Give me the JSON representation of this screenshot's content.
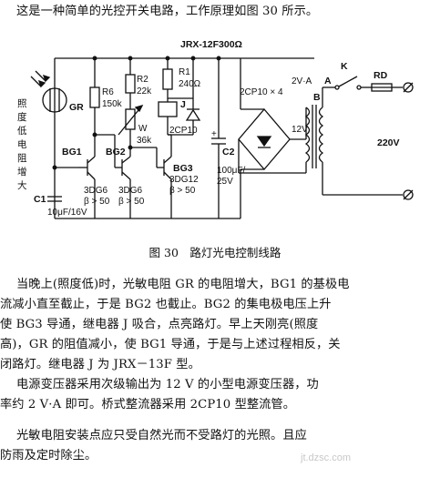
{
  "intro": "这是一种简单的光控开关电路，工作原理如图 30 所示。",
  "figure": {
    "caption": "图 30　路灯光电控制线路",
    "components": {
      "gr": "GR",
      "gr_note_chars": [
        "照",
        "度",
        "低",
        "电",
        "阻",
        "增",
        "大"
      ],
      "r6_name": "R6",
      "r6_value": "150k",
      "r2_name": "R2",
      "r2_value": "22k",
      "w_name": "W",
      "w_value": "36k",
      "r1_name": "R1",
      "r1_value": "240Ω",
      "relay_model": "JRX-12F300Ω",
      "j_label": "J",
      "diode_d": "2CP10",
      "bridge": "2CP10 × 4",
      "transformer_power": "2V·A",
      "a_label": "A",
      "b_label": "B",
      "k_label": "K",
      "rd_label": "RD",
      "voltage_12": "12V",
      "voltage_220": "220V",
      "bg1_name": "BG1",
      "bg1_type": "3DG6",
      "bg1_beta": "β > 50",
      "bg2_name": "BG2",
      "bg2_type": "3DG6",
      "bg2_beta": "β > 50",
      "bg3_name": "BG3",
      "bg3_type": "3DG12",
      "bg3_beta": "β > 50",
      "c1_name": "C1",
      "c1_value": "10μF/16V",
      "c2_name": "C2",
      "c2_value": "100μF/",
      "c2_voltage": "25V"
    }
  },
  "paragraphs": [
    "当晚上(照度低)时，光敏电阻 GR 的电阻增大，BG1 的基极电",
    "流减小直至截止，于是 BG2 也截止。BG2 的集电极电压上升",
    "使 BG3 导通，继电器 J 吸合，点亮路灯。早上天刚亮(照度",
    "高)，GR 的阻值减小，使 BG1 导通，于是与上述过程相反，关",
    "闭路灯。继电器 J 为 JRX－13F 型。",
    "电源变压器采用次级输出为 12 V 的小型电源变压器，功",
    "率约 2 V·A 即可。桥式整流器采用 2CP10 型整流管。",
    "光敏电阻安装点应只受自然光而不受路灯的光照。且应",
    "防雨及定时除尘。"
  ],
  "watermark": "jt.dzsc.com"
}
